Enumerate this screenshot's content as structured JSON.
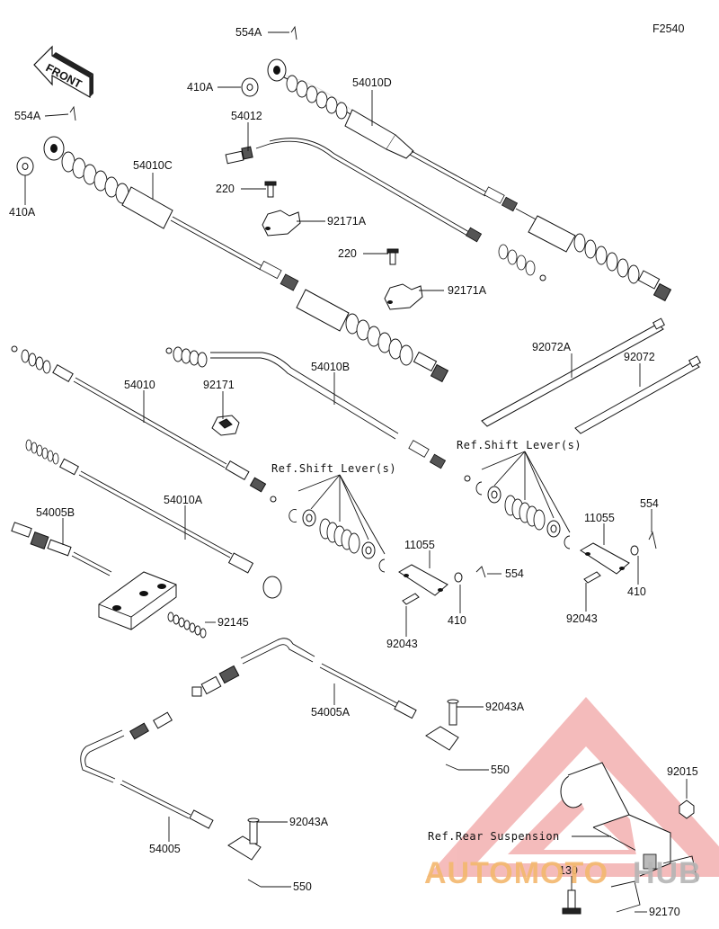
{
  "diagram": {
    "code": "F2540",
    "front_label": "FRONT",
    "labels": [
      {
        "id": "554a-top",
        "text": "554A"
      },
      {
        "id": "410a-top",
        "text": "410A"
      },
      {
        "id": "554a-left",
        "text": "554A"
      },
      {
        "id": "410a-left",
        "text": "410A"
      },
      {
        "id": "54010d",
        "text": "54010D"
      },
      {
        "id": "54012",
        "text": "54012"
      },
      {
        "id": "54010c",
        "text": "54010C"
      },
      {
        "id": "220-a",
        "text": "220"
      },
      {
        "id": "92171a-a",
        "text": "92171A"
      },
      {
        "id": "220-b",
        "text": "220"
      },
      {
        "id": "92171a-b",
        "text": "92171A"
      },
      {
        "id": "92072a",
        "text": "92072A"
      },
      {
        "id": "92072",
        "text": "92072"
      },
      {
        "id": "54010b",
        "text": "54010B"
      },
      {
        "id": "54010",
        "text": "54010"
      },
      {
        "id": "92171",
        "text": "92171"
      },
      {
        "id": "ref-shift-1",
        "text": "Ref.Shift Lever(s)"
      },
      {
        "id": "ref-shift-2",
        "text": "Ref.Shift Lever(s)"
      },
      {
        "id": "11055-a",
        "text": "11055"
      },
      {
        "id": "11055-b",
        "text": "11055"
      },
      {
        "id": "554",
        "text": "554"
      },
      {
        "id": "554-mid",
        "text": "554"
      },
      {
        "id": "54010a",
        "text": "54010A"
      },
      {
        "id": "54005b",
        "text": "54005B"
      },
      {
        "id": "410-a",
        "text": "410"
      },
      {
        "id": "410-b",
        "text": "410"
      },
      {
        "id": "92043-a",
        "text": "92043"
      },
      {
        "id": "92043-b",
        "text": "92043"
      },
      {
        "id": "92145",
        "text": "92145"
      },
      {
        "id": "54005a",
        "text": "54005A"
      },
      {
        "id": "92043a-a",
        "text": "92043A"
      },
      {
        "id": "550-a",
        "text": "550"
      },
      {
        "id": "92015",
        "text": "92015"
      },
      {
        "id": "ref-rear",
        "text": "Ref.Rear Suspension"
      },
      {
        "id": "92043a-b",
        "text": "92043A"
      },
      {
        "id": "54005",
        "text": "54005"
      },
      {
        "id": "130",
        "text": "130"
      },
      {
        "id": "550-b",
        "text": "550"
      },
      {
        "id": "92170",
        "text": "92170"
      }
    ]
  },
  "watermark": {
    "text_red": "AUTOMOTO",
    "text_grey": "HUB",
    "red_color": "#f0a8a8",
    "orange_color": "#f6c98c",
    "grey_color": "#b8b8b8"
  }
}
